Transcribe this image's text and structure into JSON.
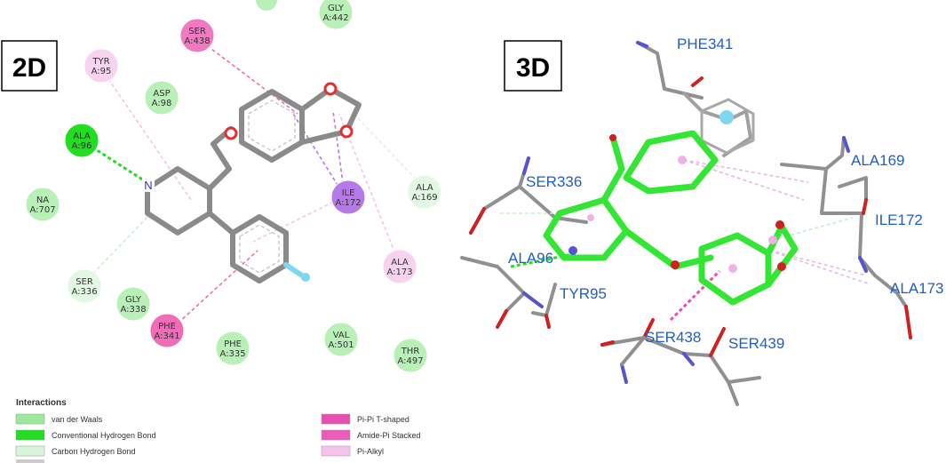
{
  "panels": {
    "left_label": "2D",
    "right_label": "3D"
  },
  "residues_2d": [
    {
      "id": "gly442",
      "line1": "GLY",
      "line2": "A:442",
      "type": "vdw"
    },
    {
      "id": "ser438",
      "line1": "SER",
      "line2": "A:438",
      "type": "amide"
    },
    {
      "id": "tyr95",
      "line1": "TYR",
      "line2": "A:95",
      "type": "pialkyl"
    },
    {
      "id": "asp98",
      "line1": "ASP",
      "line2": "A:98",
      "type": "vdw"
    },
    {
      "id": "ala96",
      "line1": "ALA",
      "line2": "A:96",
      "type": "hbond"
    },
    {
      "id": "na707",
      "line1": "NA",
      "line2": "A:707",
      "type": "vdw"
    },
    {
      "id": "ile172",
      "line1": "ILE",
      "line2": "A:172",
      "type": "pisigma"
    },
    {
      "id": "ala169",
      "line1": "ALA",
      "line2": "A:169",
      "type": "carbonh"
    },
    {
      "id": "ala173",
      "line1": "ALA",
      "line2": "A:173",
      "type": "pialkyl"
    },
    {
      "id": "ser336",
      "line1": "SER",
      "line2": "A:336",
      "type": "carbonh"
    },
    {
      "id": "gly338",
      "line1": "GLY",
      "line2": "A:338",
      "type": "vdw"
    },
    {
      "id": "phe341",
      "line1": "PHE",
      "line2": "A:341",
      "type": "pipi"
    },
    {
      "id": "phe335",
      "line1": "PHE",
      "line2": "A:335",
      "type": "vdw"
    },
    {
      "id": "val501",
      "line1": "VAL",
      "line2": "A:501",
      "type": "vdw"
    },
    {
      "id": "thr497",
      "line1": "THR",
      "line2": "A:497",
      "type": "vdw"
    }
  ],
  "ligand_atoms": {
    "nitrogen": "N"
  },
  "labels_3d": [
    {
      "id": "phe341",
      "text": "PHE341"
    },
    {
      "id": "ser336",
      "text": "SER336"
    },
    {
      "id": "ala169",
      "text": "ALA169"
    },
    {
      "id": "ile172",
      "text": "ILE172"
    },
    {
      "id": "ala96",
      "text": "ALA96"
    },
    {
      "id": "tyr95",
      "text": "TYR95"
    },
    {
      "id": "ala173",
      "text": "ALA173"
    },
    {
      "id": "ser438",
      "text": "SER438"
    },
    {
      "id": "ser439",
      "text": "SER439"
    }
  ],
  "legend": {
    "title": "Interactions",
    "items": [
      {
        "label": "van der Waals",
        "color": "#9ee89e"
      },
      {
        "label": "Conventional Hydrogen Bond",
        "color": "#22dd22"
      },
      {
        "label": "Carbon Hydrogen Bond",
        "color": "#d9f5d9"
      },
      {
        "label": "Pi-Pi T-shaped",
        "color": "#e64fb0"
      },
      {
        "label": "Amide-Pi Stacked",
        "color": "#ea5cb8"
      },
      {
        "label": "Pi-Alkyl",
        "color": "#f4c4ec"
      }
    ]
  },
  "colors": {
    "vdw": "#b8f0b8",
    "hbond": "#22dd22",
    "carbonh": "#e3f8e3",
    "pipi": "#ee6cb8",
    "amide": "#f07ac0",
    "pialkyl": "#f7d3f0",
    "pisigma": "#b67ae8",
    "ligand2d": "#8a8a8a",
    "ligand3d": "#33e633",
    "label3d": "#1f5fc4"
  }
}
